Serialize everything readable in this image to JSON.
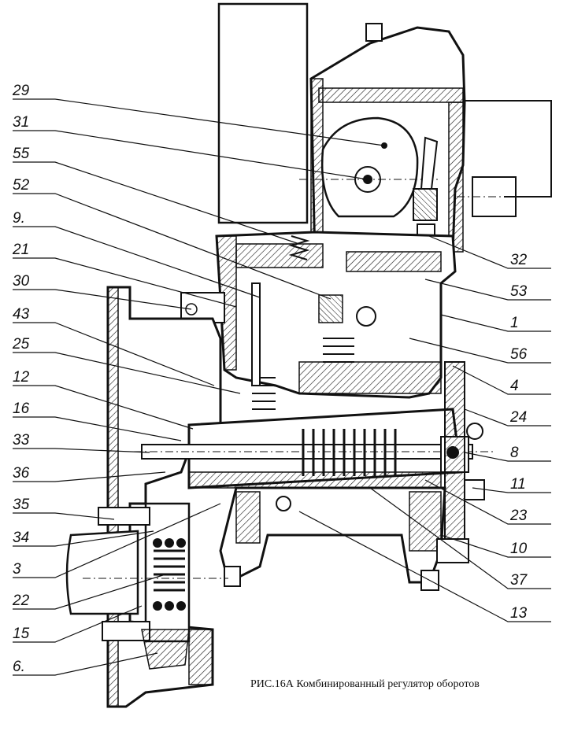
{
  "caption": "РИС.16А Комбинированный регулятор оборотов",
  "labels_left": [
    "29",
    "31",
    "55",
    "52",
    "9.",
    "21",
    "30",
    "43",
    "25",
    "12",
    "16",
    "33",
    "36",
    "35",
    "34",
    "3",
    "22",
    "15",
    "6."
  ],
  "labels_right": [
    "32",
    "53",
    "1",
    "56",
    "4",
    "24",
    "8",
    "11",
    "23",
    "10",
    "37",
    "13"
  ],
  "colors": {
    "ink": "#111111",
    "paper": "#ffffff"
  }
}
